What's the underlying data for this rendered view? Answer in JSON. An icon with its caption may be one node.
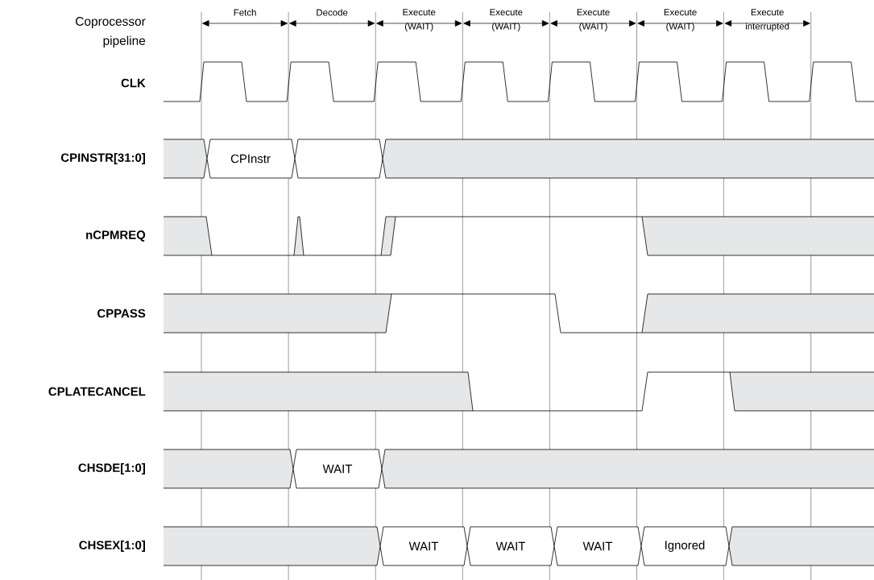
{
  "diagram": {
    "labels": [
      "Coprocessor pipeline",
      "Fetch",
      "Decode",
      "Execute (WAIT)",
      "Execute (WAIT)",
      "Execute (WAIT)",
      "Execute (WAIT)",
      "Execute interrupted",
      "CLK",
      "CPINSTR[31:0]",
      "CPInstr",
      "nCPMREQ",
      "CPPASS",
      "CPLATECANCEL",
      "CHSDE[1:0]",
      "WAIT",
      "CHSEX[1:0]",
      "WAIT",
      "WAIT",
      "WAIT",
      "Ignored"
    ]
  }
}
